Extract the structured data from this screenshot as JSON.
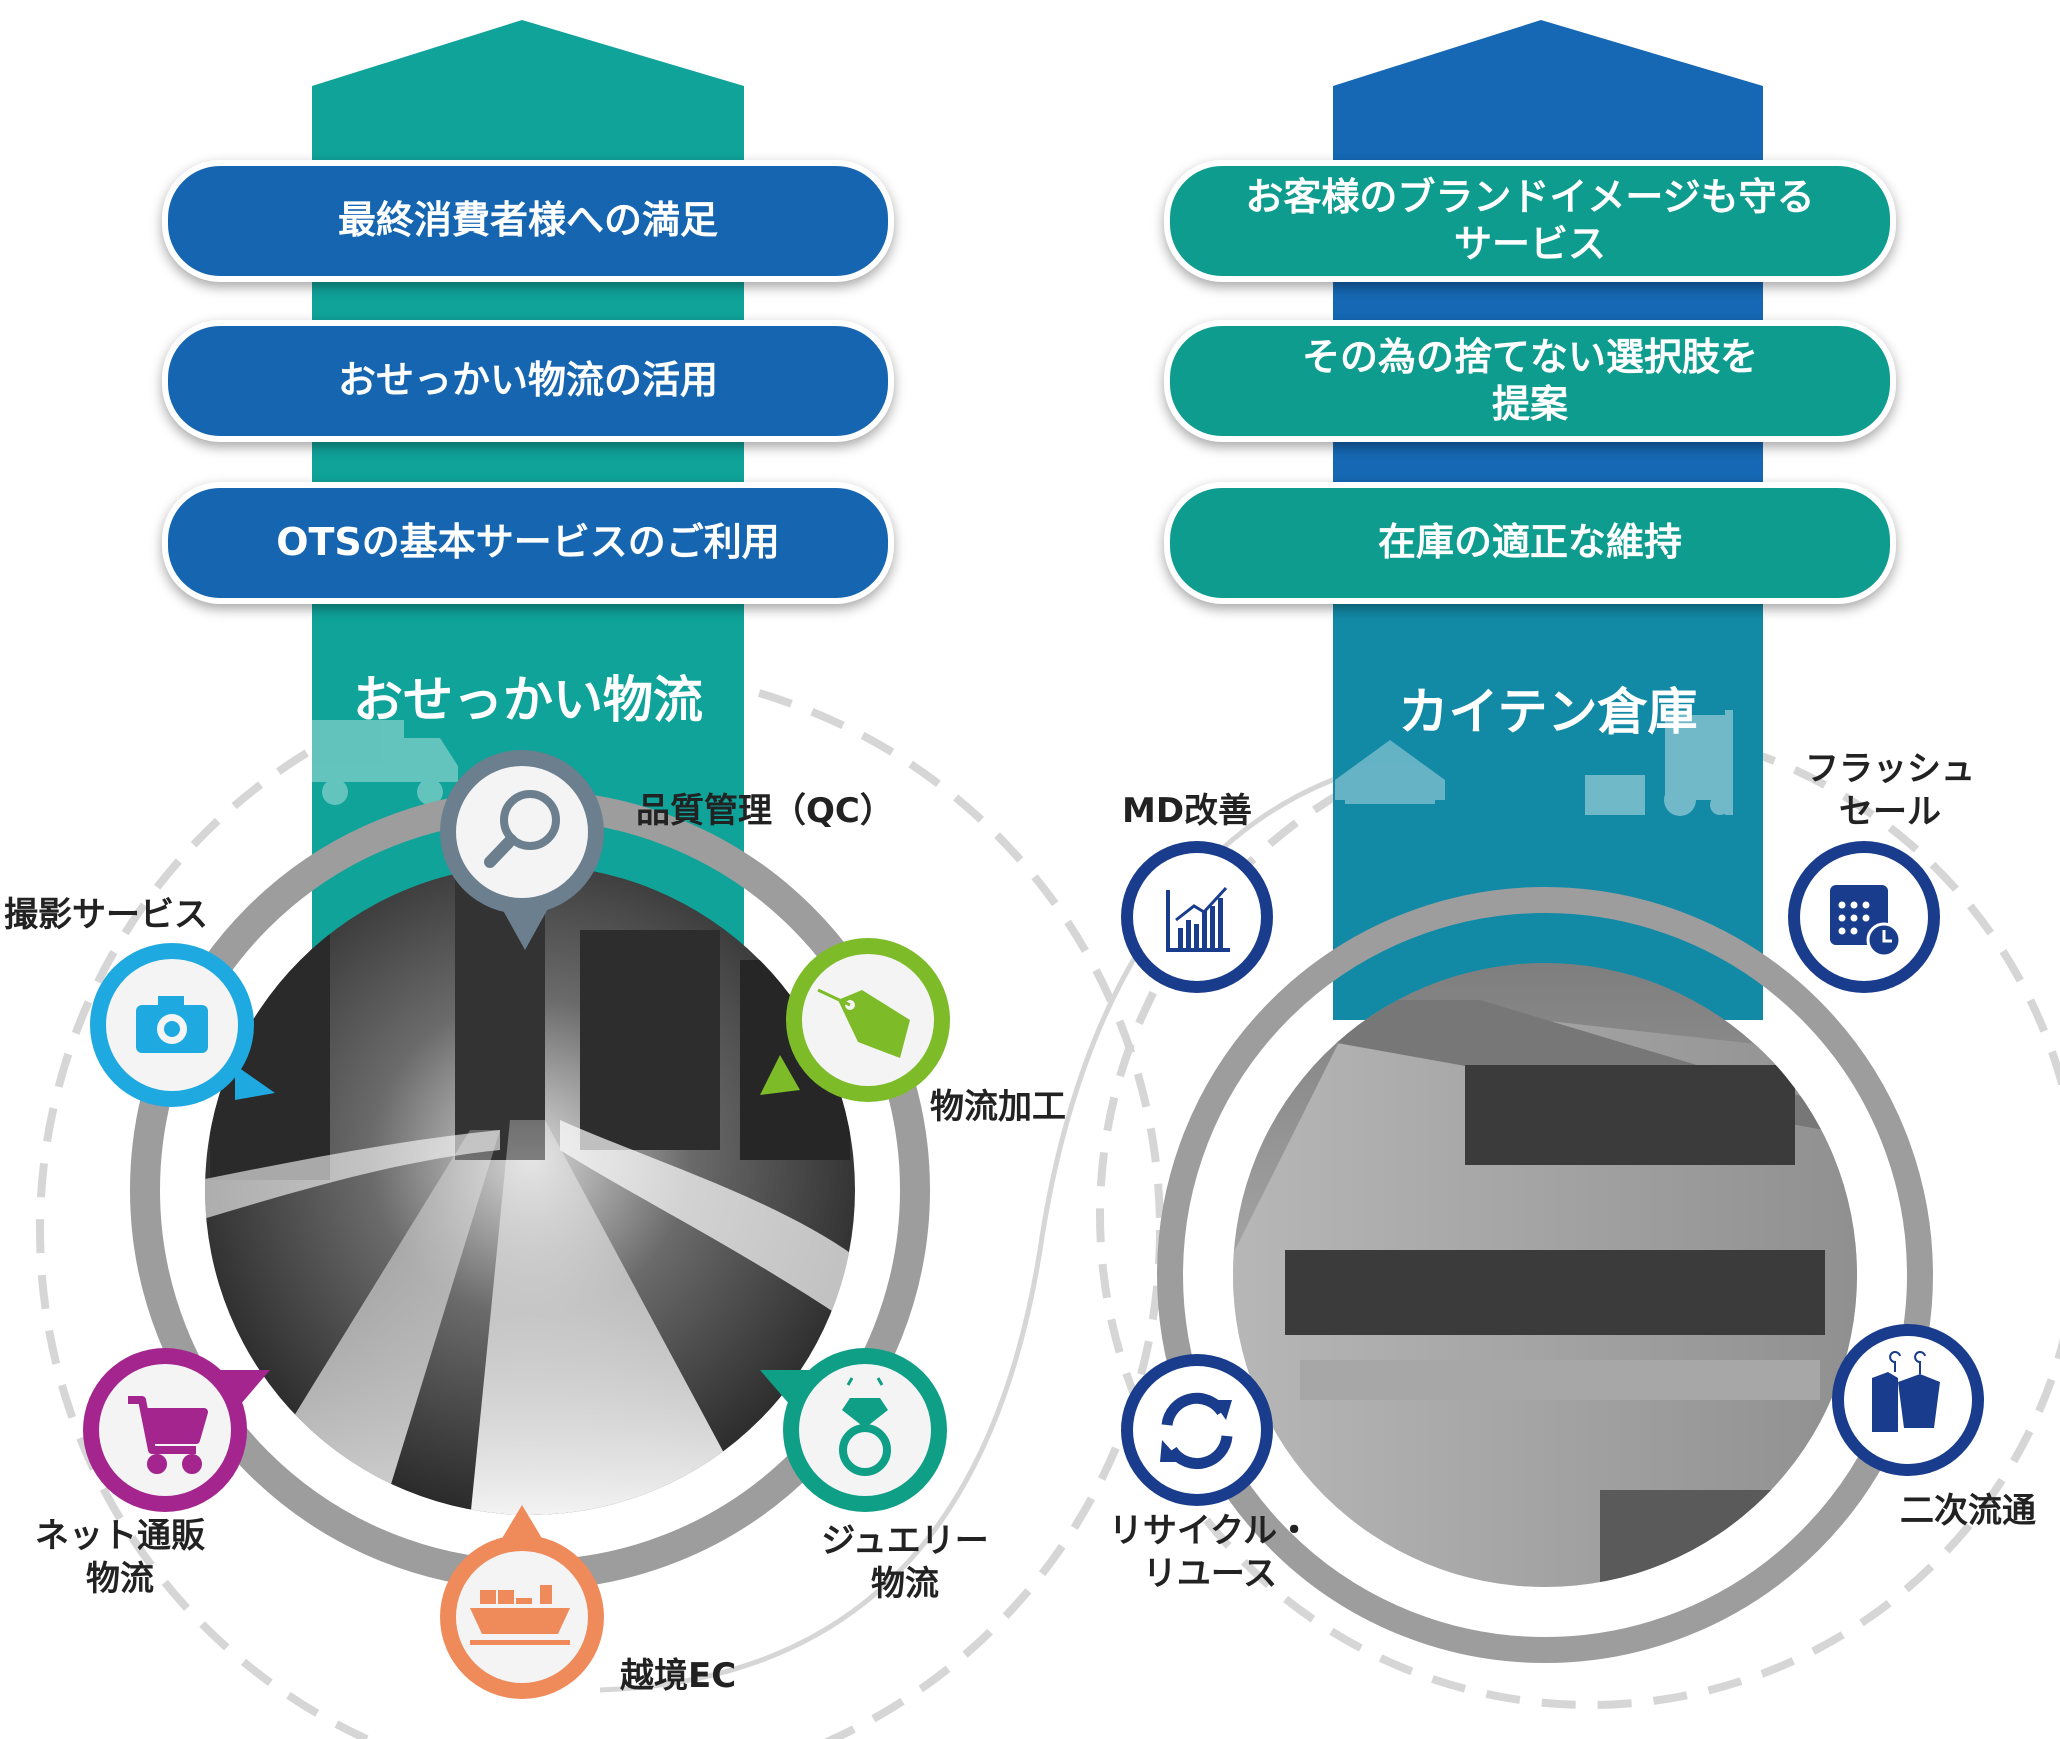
{
  "left": {
    "title": "おせっかい物流",
    "pills": [
      "最終消費者様への満足",
      "おせっかい物流の活用",
      "OTSの基本サービスのご利用"
    ],
    "labels": {
      "qc": "品質管理（QC）",
      "photo": "撮影サービス",
      "processing": "物流加工",
      "netshop": "ネット通販\n物流",
      "jewelry": "ジュエリー\n物流",
      "crossborder": "越境EC"
    }
  },
  "right": {
    "title": "カイテン倉庫",
    "pills": [
      "お客様のブランドイメージも守る\nサービス",
      "その為の捨てない選択肢を\n提案",
      "在庫の適正な維持"
    ],
    "labels": {
      "md": "MD改善",
      "flash": "フラッシュ\nセール",
      "recycle": "リサイクル・\nリユース",
      "secondary": "二次流通"
    }
  },
  "colors": {
    "teal": "#0fa39a",
    "blue": "#1565b0",
    "navy": "#1a3c8c",
    "qc_gray": "#6b7f8e",
    "photo_cyan": "#1fa9e1",
    "processing_green": "#7dbb29",
    "netshop_purple": "#a3258d",
    "jewelry_teal": "#0e9f86",
    "crossborder_orange": "#ef8a5a"
  },
  "icons": [
    "search-icon",
    "camera-icon",
    "price-tag-icon",
    "shopping-cart-icon",
    "diamond-ring-icon",
    "cargo-ship-icon",
    "growth-chart-icon",
    "calendar-clock-icon",
    "recycle-icon",
    "hanging-clothes-icon",
    "truck-icon",
    "warehouse-icon",
    "forklift-icon"
  ]
}
